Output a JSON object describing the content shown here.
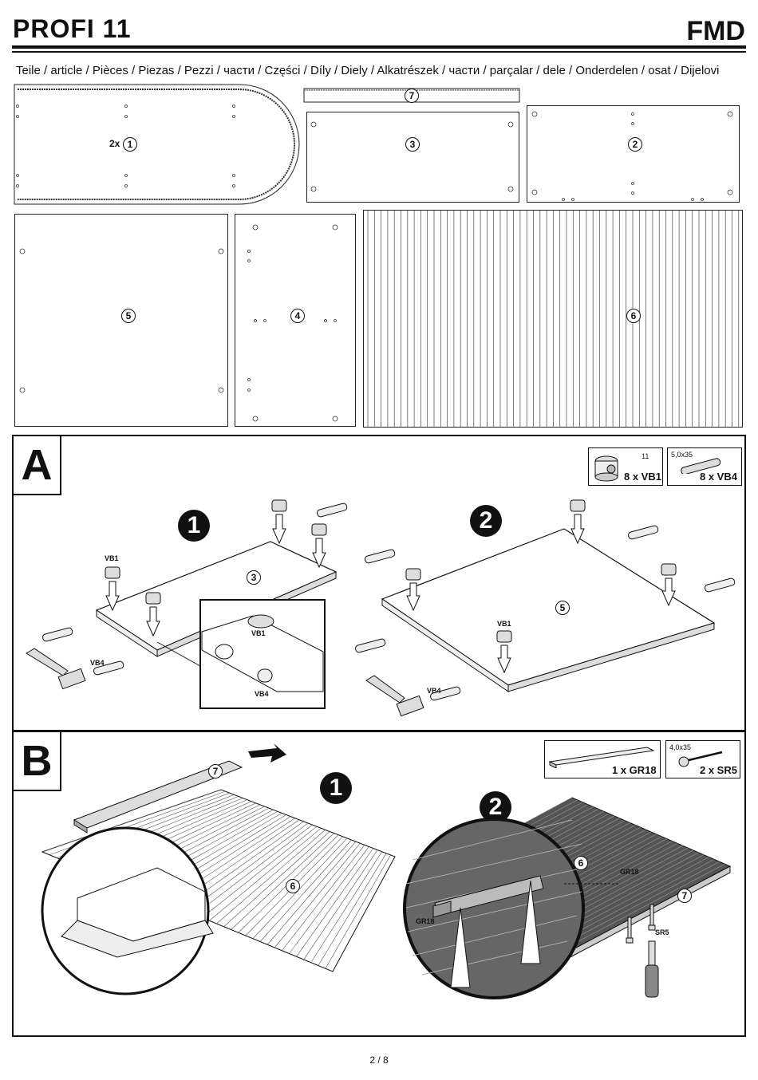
{
  "header": {
    "title": "PROFI 11",
    "brand": "FMD"
  },
  "parts": {
    "heading": "Teile / article / Pièces / Piezas / Pezzi / части / Części / Díly / Diely / Alkatrészek / части / parçalar / dele / Onderdelen / osat / Dijelovi",
    "p1_qty": "2x",
    "labels": [
      "1",
      "2",
      "3",
      "4",
      "5",
      "6",
      "7"
    ]
  },
  "section_a": {
    "letter": "A",
    "hw1_size": "11",
    "hw1_label": "8 x VB1",
    "hw2_size": "5,0x35",
    "hw2_label": "8 x VB4",
    "step1": "1",
    "step2": "2",
    "vb1": "VB1",
    "vb4": "VB4"
  },
  "section_b": {
    "letter": "B",
    "hw1_label": "1 x GR18",
    "hw2_size": "4,0x35",
    "hw2_label": "2 x SR5",
    "step1": "1",
    "step2": "2",
    "gr18": "GR18",
    "sr5": "SR5"
  },
  "footer": {
    "page": "2 / 8"
  }
}
